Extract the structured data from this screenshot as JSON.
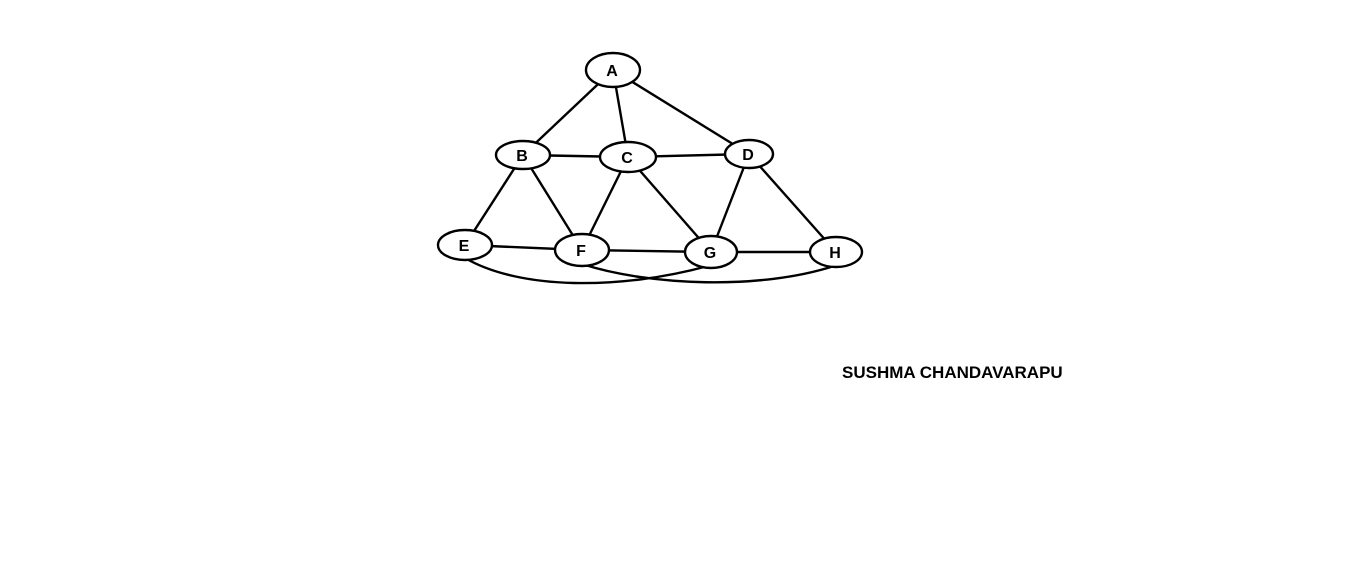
{
  "diagram": {
    "nodes": [
      {
        "id": "A",
        "label": "A"
      },
      {
        "id": "B",
        "label": "B"
      },
      {
        "id": "C",
        "label": "C"
      },
      {
        "id": "D",
        "label": "D"
      },
      {
        "id": "E",
        "label": "E"
      },
      {
        "id": "F",
        "label": "F"
      },
      {
        "id": "G",
        "label": "G"
      },
      {
        "id": "H",
        "label": "H"
      }
    ],
    "edges": [
      [
        "A",
        "B"
      ],
      [
        "A",
        "C"
      ],
      [
        "A",
        "D"
      ],
      [
        "B",
        "C"
      ],
      [
        "C",
        "D"
      ],
      [
        "B",
        "E"
      ],
      [
        "B",
        "F"
      ],
      [
        "C",
        "F"
      ],
      [
        "C",
        "G"
      ],
      [
        "D",
        "G"
      ],
      [
        "D",
        "H"
      ],
      [
        "E",
        "F"
      ],
      [
        "F",
        "G"
      ],
      [
        "G",
        "H"
      ],
      [
        "E",
        "G"
      ],
      [
        "F",
        "H"
      ]
    ]
  },
  "author": "SUSHMA CHANDAVARAPU"
}
